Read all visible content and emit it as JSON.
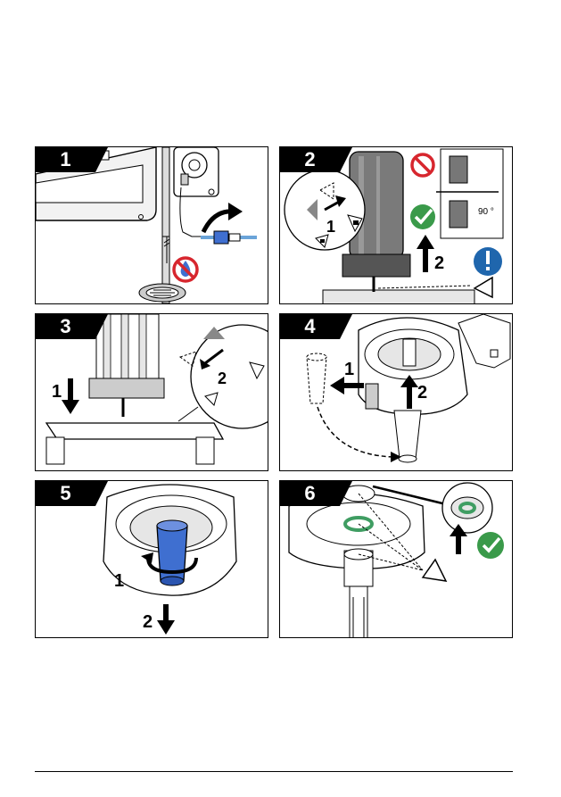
{
  "steps": [
    {
      "number": "1"
    },
    {
      "number": "2",
      "callout_step_a": "1",
      "callout_step_b": "2",
      "angle_label": "90 °"
    },
    {
      "number": "3",
      "arrow_step_a": "1",
      "callout_step_b": "2"
    },
    {
      "number": "4",
      "arrow_step_a": "1",
      "arrow_step_b": "2"
    },
    {
      "number": "5",
      "arrow_step_a": "1",
      "arrow_step_b": "2"
    },
    {
      "number": "6"
    }
  ],
  "colors": {
    "prohibit_red": "#d7262e",
    "check_green": "#3a9a4a",
    "info_blue": "#1f66ad",
    "part_blue": "#3f6fd0",
    "oring_green": "#3f9d62",
    "housing_gray": "#7a7a7a",
    "light_gray": "#e6e6e6"
  },
  "icons": [
    "prohibit-icon",
    "check-icon",
    "exclamation-icon",
    "eye-icon",
    "unlock-icon",
    "lock-icon",
    "no-water-icon",
    "drain-icon"
  ]
}
